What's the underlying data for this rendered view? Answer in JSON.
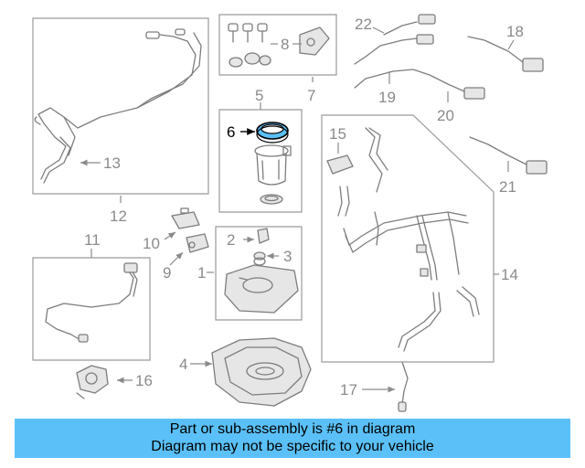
{
  "callouts": {
    "c1": "1",
    "c2": "2",
    "c3": "3",
    "c4": "4",
    "c5": "5",
    "c6": "6",
    "c7": "7",
    "c8": "8",
    "c9": "9",
    "c10": "10",
    "c11": "11",
    "c12": "12",
    "c13": "13",
    "c14": "14",
    "c15": "15",
    "c16": "16",
    "c17": "17",
    "c18": "18",
    "c19": "19",
    "c20": "20",
    "c21": "21",
    "c22": "22"
  },
  "highlight": {
    "part_number": "6",
    "color": "#5bc0f8"
  },
  "banner": {
    "line1": "Part or sub-assembly is #6 in diagram",
    "line2": "Diagram may not be specific to your vehicle",
    "background": "#5bc0f8"
  }
}
